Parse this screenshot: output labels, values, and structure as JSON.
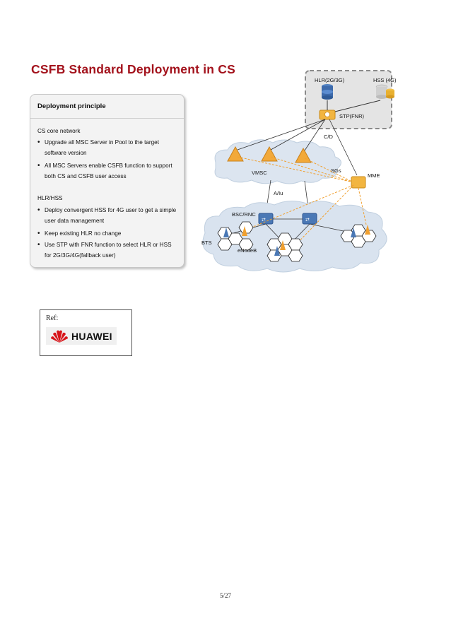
{
  "slide": {
    "title": "CSFB Standard Deployment in CS",
    "panel": {
      "heading": "Deployment principle",
      "cs_section": {
        "title": "CS core network",
        "bullets": [
          "Upgrade all MSC Server in Pool to the target software version",
          "All MSC Servers enable CSFB function to support both CS and CSFB user access"
        ]
      },
      "hlr_section": {
        "title": "HLR/HSS",
        "bullets": [
          "Deploy convergent HSS for 4G user to get a simple user data management",
          "Keep existing HLR no change",
          "Use STP with FNR function to select HLR or HSS for 2G/3G/4G(fallback user)"
        ]
      }
    },
    "diagram": {
      "hlr": "HLR(2G/3G)",
      "hss": "HSS (4G)",
      "stp": "STP(FNR)",
      "cd": "C/D",
      "vmsc": "VMSC",
      "sgs": "SGs",
      "mme": "MME",
      "aiu": "A/Iu",
      "bsc_rnc": "BSC/RNC",
      "bts": "BTS",
      "enodeb": "eNodeB"
    }
  },
  "ref": {
    "label": "Ref:",
    "logo_text": "HUAWEI"
  },
  "page_number": "5/27",
  "colors": {
    "title_red": "#a3121c",
    "accent_orange": "#f0a030",
    "cloud_blue": "#d7e2ef",
    "switch_blue": "#4a78b5"
  }
}
